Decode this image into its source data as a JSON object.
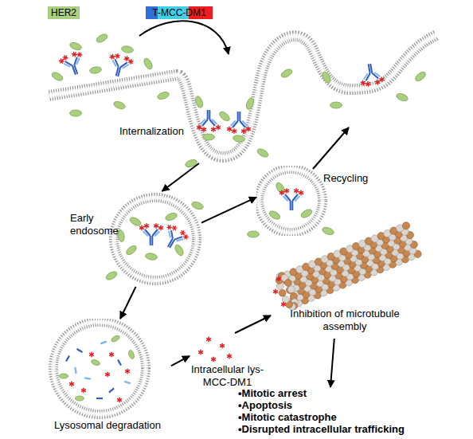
{
  "diagram": {
    "nodes": [
      {
        "text": [
          "Internalization"
        ]
      },
      {
        "text": [
          "Early endosome"
        ]
      },
      {
        "text": [
          "Recycling"
        ]
      },
      {
        "text": [
          "Lysosomal degradation"
        ]
      },
      {
        "text": [
          "Intracellular lys-MCC-DM1"
        ]
      },
      {
        "text": [
          "Inhibition of microtubule assembly"
        ]
      },
      {
        "text": [
          "•Mitotic arrest",
          "•Apoptosis",
          "•Mitotic catastrophe",
          "•Disrupted intracellular trafficking"
        ]
      }
    ],
    "edges": [
      {
        "from": 0,
        "to": 1,
        "arrow": "to"
      },
      {
        "from": 1,
        "to": 2,
        "arrow": "to"
      },
      {
        "from": 1,
        "to": 3,
        "arrow": "to"
      },
      {
        "from": 3,
        "to": 4,
        "arrow": "to"
      },
      {
        "from": 4,
        "to": 5,
        "arrow": "to"
      },
      {
        "from": 5,
        "to": 6,
        "arrow": "to"
      }
    ],
    "legend": [
      {
        "text": "HER2",
        "color": "#a9cf7f"
      },
      {
        "text": "T-MCC-DM1"
      }
    ]
  }
}
